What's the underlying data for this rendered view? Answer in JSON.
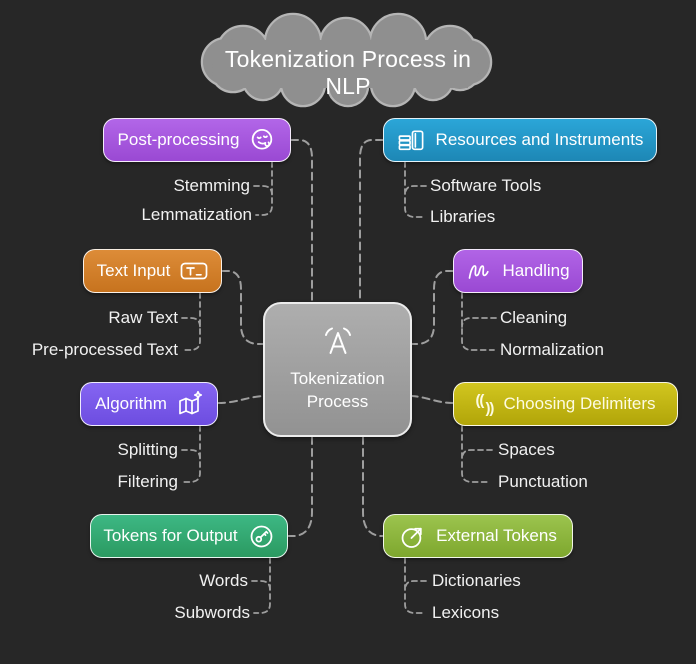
{
  "title": "Tokenization Process in NLP",
  "center": {
    "line1": "Tokenization",
    "line2": "Process",
    "icon": "language-detect-icon"
  },
  "branches": [
    {
      "id": "post-processing",
      "label": "Post-processing",
      "icon": "winking-face-icon",
      "children": [
        "Stemming",
        "Lemmatization"
      ]
    },
    {
      "id": "resources",
      "label": "Resources and Instruments",
      "icon": "books-and-tablet-icon",
      "children": [
        "Software Tools",
        "Libraries"
      ]
    },
    {
      "id": "text-input",
      "label": "Text Input",
      "icon": "text-cursor-box-icon",
      "children": [
        "Raw Text",
        "Pre-processed Text"
      ]
    },
    {
      "id": "handling",
      "label": "Handling",
      "icon": "script-m-icon",
      "children": [
        "Cleaning",
        "Normalization"
      ]
    },
    {
      "id": "algorithm",
      "label": "Algorithm",
      "icon": "map-sparkle-icon",
      "children": [
        "Splitting",
        "Filtering"
      ]
    },
    {
      "id": "delimiters",
      "label": "Choosing Delimiters",
      "icon": "double-quotes-icon",
      "children": [
        "Spaces",
        "Punctuation"
      ]
    },
    {
      "id": "tokens-output",
      "label": "Tokens for Output",
      "icon": "key-token-icon",
      "children": [
        "Words",
        "Subwords"
      ]
    },
    {
      "id": "external",
      "label": "External Tokens",
      "icon": "external-arrow-icon",
      "children": [
        "Dictionaries",
        "Lexicons"
      ]
    }
  ],
  "colors": {
    "background": "#272727",
    "cloud": "#8f8f8f",
    "cloud_border": "#b5b5b5",
    "connector": "#9e9e9e",
    "postprocessing": [
      "#b266e8",
      "#9a49d3"
    ],
    "resources": [
      "#2ba6d8",
      "#1d87b5"
    ],
    "textinput": [
      "#dd8c38",
      "#c7731e"
    ],
    "handling": [
      "#b164e6",
      "#9a49d3"
    ],
    "algorithm": [
      "#8565f2",
      "#6d4de0"
    ],
    "delimiters": [
      "#d2c61f",
      "#b1a509"
    ],
    "tokensoutput": [
      "#3db884",
      "#2b9a61"
    ],
    "external": [
      "#9cc44e",
      "#7ea72e"
    ],
    "center": [
      "#aeaeae",
      "#929292"
    ]
  }
}
